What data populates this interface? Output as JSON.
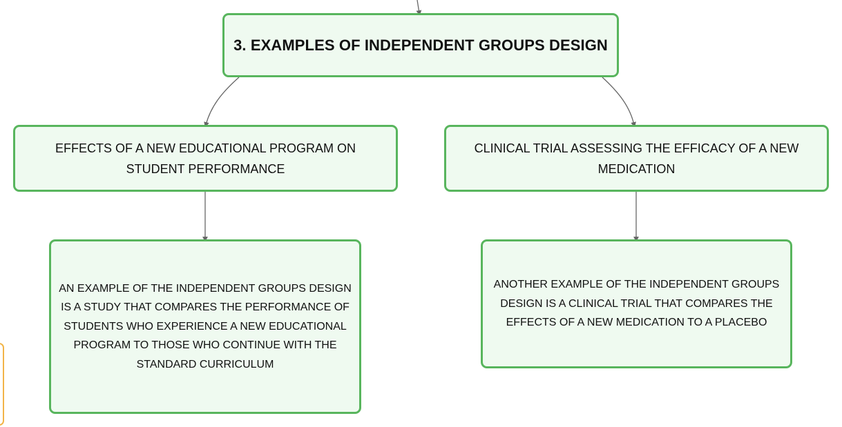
{
  "mindmap": {
    "root": {
      "label": "3. EXAMPLES OF INDEPENDENT GROUPS DESIGN"
    },
    "branches": [
      {
        "label": "EFFECTS OF A NEW EDUCATIONAL PROGRAM ON STUDENT PERFORMANCE",
        "detail": "AN EXAMPLE OF THE INDEPENDENT GROUPS DESIGN IS A STUDY THAT COMPARES THE PERFORMANCE OF STUDENTS WHO EXPERIENCE A NEW EDUCATIONAL PROGRAM TO THOSE WHO CONTINUE WITH THE STANDARD CURRICULUM"
      },
      {
        "label": "CLINICAL TRIAL ASSESSING THE EFFICACY OF A NEW MEDICATION",
        "detail": "ANOTHER EXAMPLE OF THE INDEPENDENT GROUPS DESIGN IS A CLINICAL TRIAL THAT COMPARES THE EFFECTS OF A NEW MEDICATION TO A PLACEBO"
      }
    ]
  },
  "colors": {
    "node_border": "#58b55d",
    "node_fill": "#effaf0",
    "connector": "#666666",
    "side_tab_border": "#f2b447"
  }
}
